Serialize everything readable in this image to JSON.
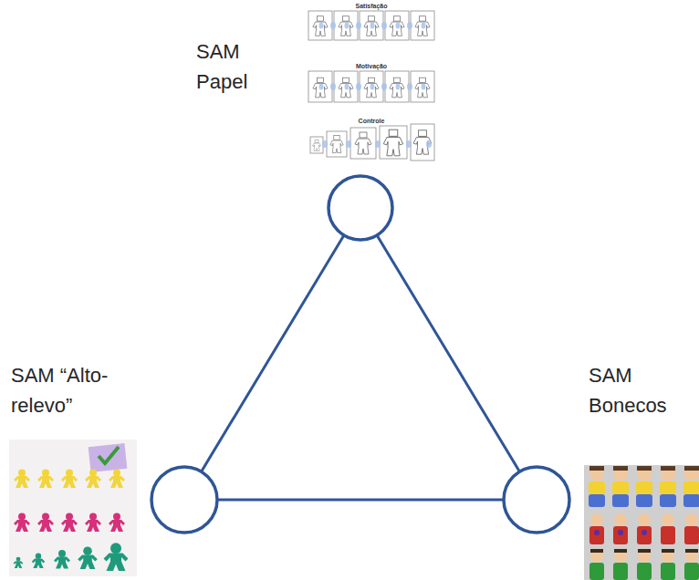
{
  "diagram": {
    "nodes": [
      {
        "text": [
          "SAM Papel"
        ]
      },
      {
        "text": [
          "SAM “Alto-relevo”"
        ]
      },
      {
        "text": [
          "SAM Bonecos"
        ]
      }
    ],
    "edges": [
      {
        "from": 0,
        "to": 1,
        "arrow": "none"
      },
      {
        "from": 0,
        "to": 2,
        "arrow": "none"
      },
      {
        "from": 1,
        "to": 2,
        "arrow": "none"
      }
    ],
    "labels": [
      "Satisfação",
      "Motivação",
      "Controle"
    ]
  }
}
